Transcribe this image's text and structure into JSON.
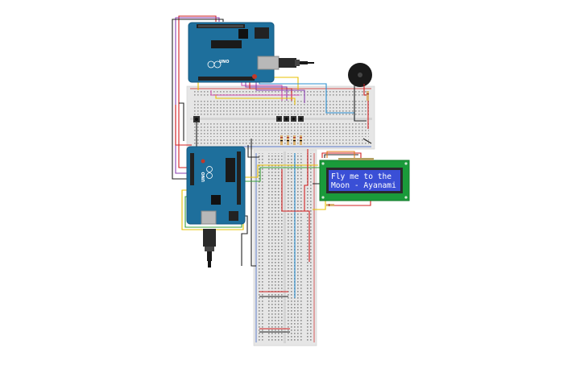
{
  "lcd": {
    "line1": "Fly me to the",
    "line2": "Moon - Ayanami"
  },
  "arduino_top": {
    "brand": "UNO"
  },
  "arduino_bottom": {
    "brand": "UNO"
  },
  "colors": {
    "arduino": "#1e6f9c",
    "arduino_dark": "#155a82",
    "breadboard": "#e4e4e4",
    "lcd_bezel": "#1a9a3a",
    "lcd_screen": "#3a4fd6",
    "wire_red": "#d22020",
    "wire_black": "#222222",
    "wire_blue": "#2a8fd0",
    "wire_yellow": "#e8c000",
    "wire_purple": "#8a3fb0",
    "wire_green": "#3aa03a",
    "wire_orange": "#e07a1a",
    "wire_pink": "#d050b0"
  }
}
